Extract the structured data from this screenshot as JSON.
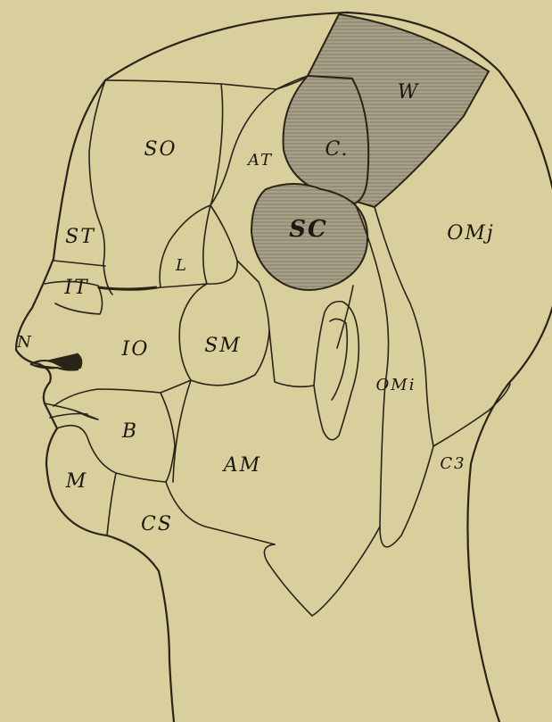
{
  "diagram": {
    "regions": {
      "so": "SO",
      "st": "ST",
      "it": "IT",
      "n": "N",
      "io": "IO",
      "l": "L",
      "at": "AT",
      "c": "C.",
      "w": "W",
      "sc": "SC",
      "sm": "SM",
      "omj": "OMj",
      "omi": "OMi",
      "b": "B",
      "m": "M",
      "am": "AM",
      "cs": "CS",
      "c3": "C3"
    },
    "colors": {
      "paper": "#d8cf9c",
      "ink": "#2a2418",
      "shading": "#9d9680"
    }
  }
}
